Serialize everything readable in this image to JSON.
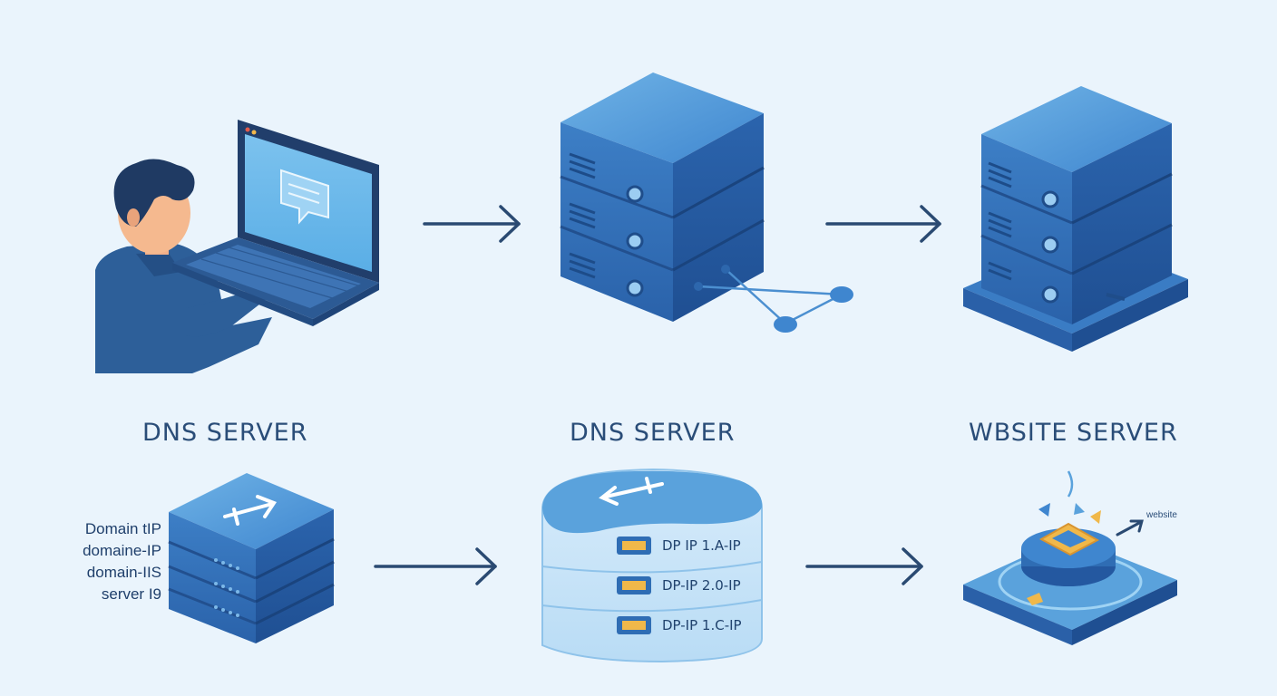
{
  "labels": {
    "left": "DNS SERVER",
    "middle": "DNS SERVER",
    "right": "WBSITE SERVER"
  },
  "domain_list": [
    "Domain tIP",
    "domaine-IP",
    "domain-IIS",
    "server I9"
  ],
  "records": [
    "DP IP 1.A-IP",
    "DP-IP 2.0-IP",
    "DP-IP 1.C-IP"
  ],
  "website_tag": "website",
  "colors": {
    "background": "#eaf4fc",
    "server_top": "#5aa2dc",
    "server_front": "#2f6db4",
    "server_side": "#2458a0",
    "arrow": "#2a4a72",
    "text": "#2a4d78"
  },
  "icons": [
    "user-icon",
    "laptop-icon",
    "chat-bubble-icon",
    "server-icon",
    "database-icon",
    "arrow-right-icon",
    "hub-platform-icon"
  ]
}
